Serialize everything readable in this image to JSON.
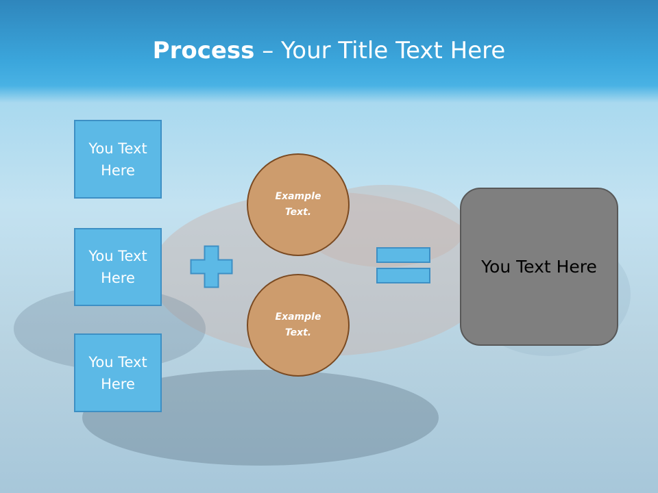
{
  "slide": {
    "title_bold": "Process",
    "title_dash": " – ",
    "title_rest": "Your Title Text Here"
  },
  "inputs": [
    {
      "label": "You Text Here"
    },
    {
      "label": "You Text Here"
    },
    {
      "label": "You Text Here"
    }
  ],
  "circles": [
    {
      "line1": "Example",
      "line2": "Text."
    },
    {
      "line1": "Example",
      "line2": "Text."
    }
  ],
  "result": {
    "label": "You Text Here"
  },
  "icons": {
    "plus": "plus-icon",
    "equals": "equals-icon"
  },
  "colors": {
    "header": "#3ba6dc",
    "box_fill": "#5cb9e6",
    "circle_fill": "#cd9c6d",
    "result_fill": "#7f7f7f"
  }
}
